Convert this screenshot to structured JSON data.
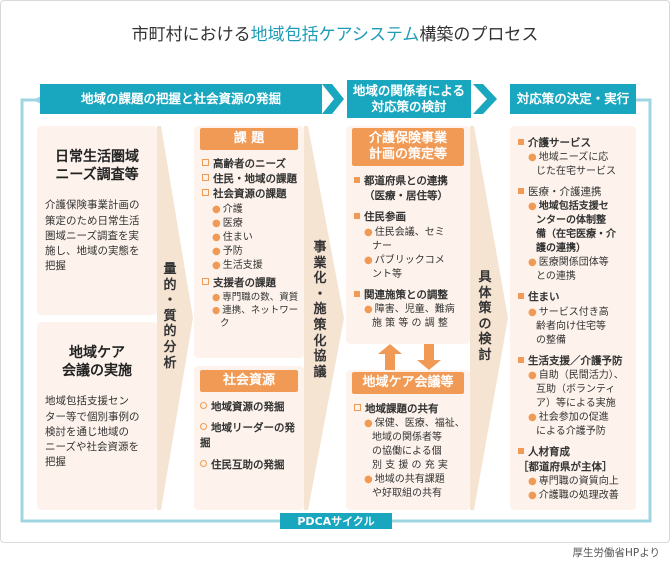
{
  "title_parts": [
    "市町村における",
    "地域包括ケアシステム",
    "構築のプロセス"
  ],
  "headers": {
    "col1": "地域の課題の把握と社会資源の発掘",
    "col3": [
      "地域の関係者による",
      "対応策の検討"
    ],
    "col4": "対応策の決定・実行"
  },
  "col1": {
    "box1_title": [
      "日常生活圏域",
      "ニーズ調査等"
    ],
    "box1_body": [
      "介護保険事業計画の",
      "策定のため日常生活",
      "圏域ニーズ調査を実",
      "施し、地域の実態を",
      "把握"
    ],
    "box2_title": [
      "地域ケア",
      "会議の実施"
    ],
    "box2_body": [
      "地域包括支援セン",
      "ター等で個別事例の",
      "検討を通じ地域の",
      "ニーズや社会資源を",
      "把握"
    ]
  },
  "arrow1_text": [
    "量",
    "的",
    "・",
    "質",
    "的",
    "分",
    "析"
  ],
  "col2": {
    "issues_header": "課 題",
    "issues": [
      {
        "label": "高齢者のニーズ",
        "subs": []
      },
      {
        "label": "住民・地域の課題",
        "subs": []
      },
      {
        "label": "社会資源の課題",
        "subs": [
          "介護",
          "医療",
          "住まい",
          "予防",
          "生活支援"
        ]
      },
      {
        "label": "支援者の課題",
        "subs": [
          "専門職の数、資質",
          "連携、ネットワーク"
        ]
      }
    ],
    "resources_header": "社会資源",
    "resources": [
      "地域資源の発掘",
      "地域リーダーの発掘",
      "住民互助の発掘"
    ]
  },
  "arrow2_text": [
    "事",
    "業",
    "化",
    "・",
    "施",
    "策",
    "化",
    "協",
    "議"
  ],
  "col3": {
    "plan_header": [
      "介護保険事業",
      "計画の策定等"
    ],
    "plan_items": [
      {
        "label": "都道府県との連携",
        "label2": "（医療・居住等）",
        "subs": []
      },
      {
        "label": "住民参画",
        "label2": "",
        "subs": [
          [
            "住民会議、セミ",
            "ナー"
          ],
          [
            "パブリックコメ",
            "ント等"
          ]
        ]
      },
      {
        "label": "関連施策との調整",
        "label2": "",
        "subs": [
          [
            "障害、児童、難病",
            "施 策 等 の 調 整"
          ]
        ]
      }
    ],
    "meeting_header": "地域ケア会議等",
    "meeting_item": "地域課題の共有",
    "meeting_subs": [
      [
        "保健、医療、福祉、",
        "地域の関係者等",
        "の協働による個",
        "別 支 援 の 充 実"
      ],
      [
        "地域の共有課題",
        "や好取組の共有"
      ]
    ]
  },
  "arrow3_text": [
    "具",
    "体",
    "策",
    "の",
    "検",
    "討"
  ],
  "col4": [
    {
      "label": "介護サービス",
      "bold": true,
      "subs": [
        [
          "地域ニーズに応",
          "じた在宅サービス"
        ]
      ]
    },
    {
      "label": "医療・介護連携",
      "bold": false,
      "subs": [
        [
          "地域包括支援セ",
          "ンターの体制整",
          "備（在宅医療・介",
          "護の連携）"
        ],
        [
          "医療関係団体等",
          "との連携"
        ]
      ]
    },
    {
      "label": "住まい",
      "bold": true,
      "subs": [
        [
          "サービス付き高",
          "齢者向け住宅等",
          "の整備"
        ]
      ]
    },
    {
      "label": "生活支援／介護予防",
      "bold": true,
      "subs": [
        [
          "自助（民間活力）、",
          "互助（ボランティ",
          "ア）等による実施"
        ],
        [
          "社会参加の促進",
          "による介護予防"
        ]
      ]
    },
    {
      "label": "人材育成",
      "label2": "［都道府県が主体］",
      "bold": true,
      "subs": [
        [
          "専門職の資質向上"
        ],
        [
          "介護職の処理改善"
        ]
      ]
    }
  ],
  "pdca_label": "PDCAサイクル",
  "source": "厚生労働省HPより",
  "colors": {
    "teal": "#19a6bf",
    "orange": "#f19a55",
    "panel": "#fdf3ec",
    "arrow": "#f2d9c4"
  }
}
